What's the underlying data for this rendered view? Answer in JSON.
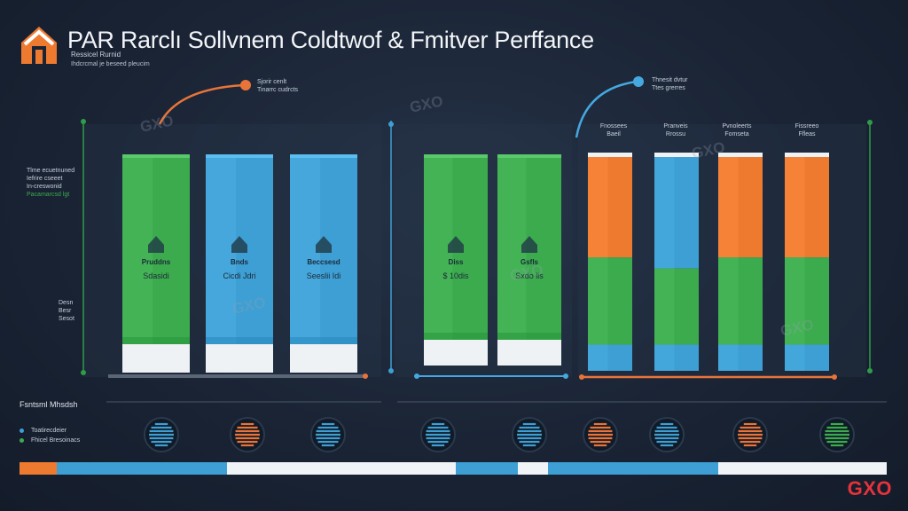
{
  "header": {
    "title": "PAR Rarclı Sollvnem Coldtwof & Fmitver Perffance",
    "subtitle": "Ressicel Rurnid",
    "subtitle2": "Ihdcrcmal je beseed pleucim"
  },
  "watermark_text": "GXO",
  "brand": "GXO",
  "annotations": {
    "top_left": [
      "Sjorir cenlt",
      "Tinarrc cudrcts"
    ],
    "top_right": [
      "Thnesit dvtur",
      "Ttes grerres"
    ],
    "left_side": [
      "Tlme ecuetnuned",
      "Iefrire cseeet",
      "In-creswonid",
      "Pacamarcsd lgt"
    ],
    "left_mid": [
      "Desn",
      "Besr",
      "Sesot"
    ],
    "group3_heads": [
      [
        "Fnossees",
        "Baeil"
      ],
      [
        "Pranveis",
        "Rrossu"
      ],
      [
        "Pvnoleerts",
        "Fomseta"
      ],
      [
        "Fissreeo",
        "Ffleas"
      ]
    ],
    "bottom_left_title": "Fsntsml Mhsdsh",
    "legend": [
      "Toatirecdeier",
      "Fhicel Bresoinacs"
    ]
  },
  "colors": {
    "green": "#3cab4e",
    "blue": "#3d9fd3",
    "orange": "#ee7a30",
    "white": "#eef2f5",
    "line_orange": "#e8743a",
    "line_blue": "#45a8e0",
    "axis_green": "#2e9c48"
  },
  "chart_data": [
    {
      "type": "bar",
      "title": "",
      "categories": [
        "",
        "",
        ""
      ],
      "bar_labels": [
        "Pruddns",
        "Bnds",
        "Beccsesd"
      ],
      "bar_values": [
        "Sdasidi",
        "Cicdi Jdri",
        "Seeslii Idi"
      ],
      "colors": [
        "green",
        "blue",
        "blue"
      ],
      "values": [
        100,
        100,
        100
      ],
      "ylim": [
        0,
        100
      ]
    },
    {
      "type": "bar",
      "title": "",
      "categories": [
        "",
        ""
      ],
      "bar_labels": [
        "Diss",
        "Gsfls"
      ],
      "bar_values": [
        "$ 10dis",
        "Sxdo lis"
      ],
      "colors": [
        "green",
        "green"
      ],
      "values": [
        100,
        100
      ],
      "ylim": [
        0,
        100
      ]
    },
    {
      "type": "bar",
      "title": "",
      "categories": [
        "",
        "",
        "",
        ""
      ],
      "series": [
        {
          "values": [
            12,
            12,
            12,
            12
          ]
        },
        {
          "values": [
            40,
            35,
            40,
            40
          ]
        },
        {
          "values": [
            48,
            53,
            48,
            48
          ]
        }
      ],
      "segment_colors": [
        "blue",
        "green",
        "orange"
      ],
      "top_colors": [
        "orange",
        "blue",
        "orange",
        "orange"
      ],
      "ylim": [
        0,
        100
      ]
    }
  ]
}
